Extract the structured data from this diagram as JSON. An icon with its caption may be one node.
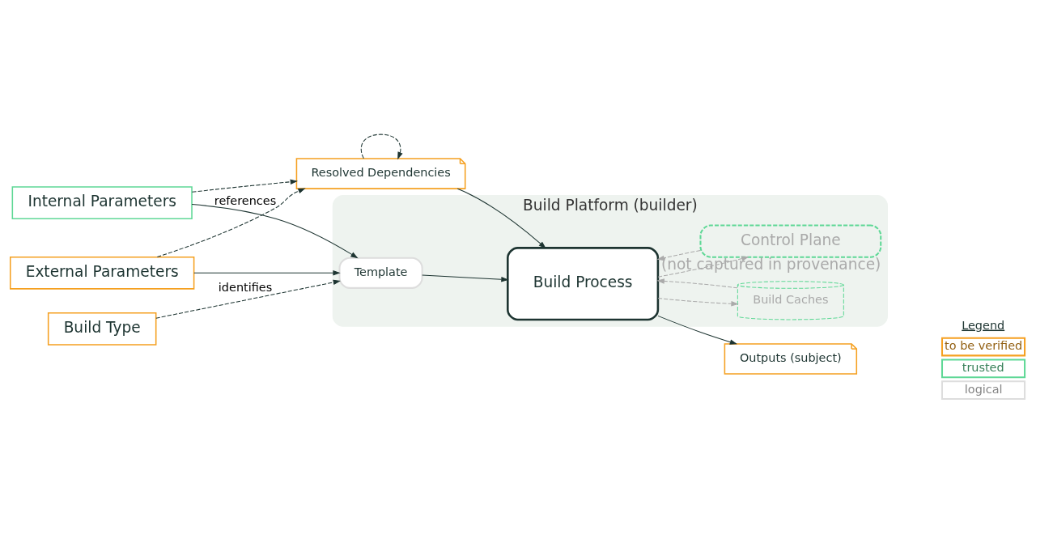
{
  "diagram": {
    "nodes": [
      {
        "text": [
          "Build Platform (builder)"
        ]
      },
      {
        "text": [
          "Resolved Dependencies"
        ]
      },
      {
        "text": [
          "External Parameters"
        ]
      },
      {
        "text": [
          "Internal Parameters"
        ]
      },
      {
        "text": [
          "Build Type"
        ]
      },
      {
        "text": [
          "Template"
        ],
        "in": 0
      },
      {
        "text": [
          "Build Process"
        ],
        "in": 0
      },
      {
        "text": [
          "Build Caches"
        ],
        "in": 0
      },
      {
        "text": [
          "Control Plane"
        ],
        "in": 0,
        "beside": [
          "(not captured in provenance)"
        ]
      },
      {
        "text": [
          "Outputs (subject)"
        ]
      }
    ],
    "edges": [
      {
        "from": 2,
        "to": 1,
        "arrow": "to",
        "label": "references",
        "style": "dashed"
      },
      {
        "from": 3,
        "to": 1,
        "arrow": "to",
        "style": "dashed"
      },
      {
        "from": 1,
        "to": 1,
        "arrow": "to",
        "style": "dashed"
      },
      {
        "from": 1,
        "to": 6,
        "arrow": "to"
      },
      {
        "from": 2,
        "to": 5,
        "arrow": "to"
      },
      {
        "from": 3,
        "to": 5,
        "arrow": "to"
      },
      {
        "from": 4,
        "to": 5,
        "arrow": "to",
        "label": "identifies",
        "style": "dashed"
      },
      {
        "from": 5,
        "to": 6,
        "arrow": "to"
      },
      {
        "from": 6,
        "to": 9,
        "arrow": "to"
      },
      {
        "from": 6,
        "to": 7,
        "arrow": "to",
        "style": "dashed",
        "color": "#aaaaaa"
      },
      {
        "from": 7,
        "to": 6,
        "arrow": "to",
        "style": "dashed",
        "color": "#aaaaaa"
      },
      {
        "from": 6,
        "to": 8,
        "arrow": "to",
        "style": "dashed",
        "color": "#aaaaaa"
      },
      {
        "from": 8,
        "to": 6,
        "arrow": "to",
        "style": "dashed",
        "color": "#aaaaaa"
      }
    ],
    "labels": [
      "Legend"
    ],
    "legend": [
      {
        "text": "to be verified",
        "color": "#f5a020"
      },
      {
        "text": "trusted",
        "color": "#5fd896"
      },
      {
        "text": "logical",
        "color": "#dddddd"
      }
    ]
  }
}
